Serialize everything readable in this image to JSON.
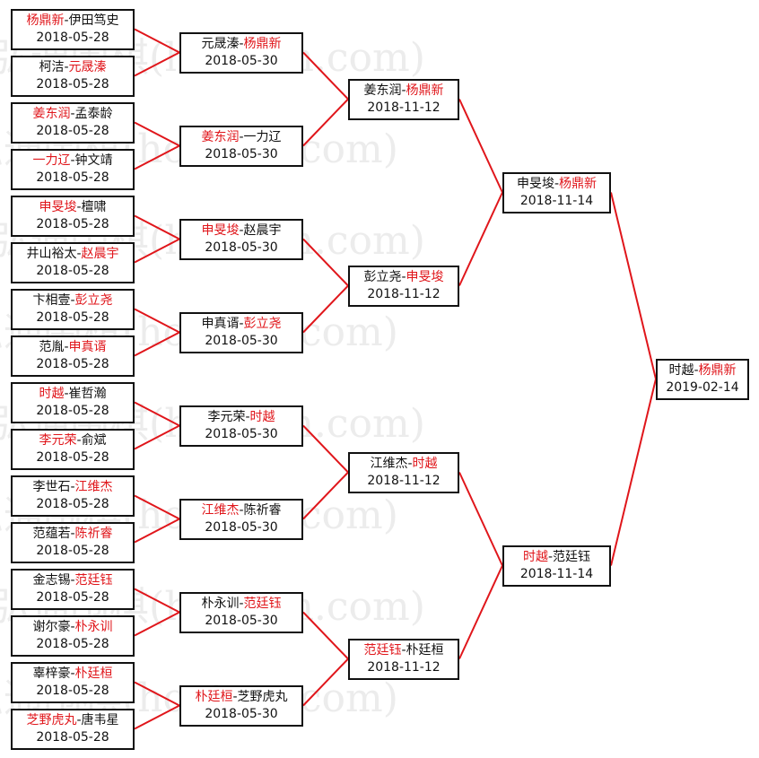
{
  "watermark": "弘通围棋(hoetom.com)",
  "colors": {
    "winner": "#e0161b",
    "line": "#e0161b",
    "text": "#111111"
  },
  "rounds": [
    [
      {
        "a": "杨鼎新",
        "b": "伊田笃史",
        "winner": "a",
        "date": "2018-05-28"
      },
      {
        "a": "柯洁",
        "b": "元晟溱",
        "winner": "b",
        "date": "2018-05-28"
      },
      {
        "a": "姜东润",
        "b": "孟泰龄",
        "winner": "a",
        "date": "2018-05-28"
      },
      {
        "a": "一力辽",
        "b": "钟文靖",
        "winner": "a",
        "date": "2018-05-28"
      },
      {
        "a": "申旻埈",
        "b": "檀啸",
        "winner": "a",
        "date": "2018-05-28"
      },
      {
        "a": "井山裕太",
        "b": "赵晨宇",
        "winner": "b",
        "date": "2018-05-28"
      },
      {
        "a": "卞相壹",
        "b": "彭立尧",
        "winner": "b",
        "date": "2018-05-28"
      },
      {
        "a": "范胤",
        "b": "申真谞",
        "winner": "b",
        "date": "2018-05-28"
      },
      {
        "a": "时越",
        "b": "崔哲瀚",
        "winner": "a",
        "date": "2018-05-28"
      },
      {
        "a": "李元荣",
        "b": "俞斌",
        "winner": "a",
        "date": "2018-05-28"
      },
      {
        "a": "李世石",
        "b": "江维杰",
        "winner": "b",
        "date": "2018-05-28"
      },
      {
        "a": "范蕴若",
        "b": "陈祈睿",
        "winner": "b",
        "date": "2018-05-28"
      },
      {
        "a": "金志锡",
        "b": "范廷钰",
        "winner": "b",
        "date": "2018-05-28"
      },
      {
        "a": "谢尔豪",
        "b": "朴永训",
        "winner": "b",
        "date": "2018-05-28"
      },
      {
        "a": "辜梓豪",
        "b": "朴廷桓",
        "winner": "b",
        "date": "2018-05-28"
      },
      {
        "a": "芝野虎丸",
        "b": "唐韦星",
        "winner": "a",
        "date": "2018-05-28"
      }
    ],
    [
      {
        "a": "元晟溱",
        "b": "杨鼎新",
        "winner": "b",
        "date": "2018-05-30"
      },
      {
        "a": "姜东润",
        "b": "一力辽",
        "winner": "a",
        "date": "2018-05-30"
      },
      {
        "a": "申旻埈",
        "b": "赵晨宇",
        "winner": "a",
        "date": "2018-05-30"
      },
      {
        "a": "申真谞",
        "b": "彭立尧",
        "winner": "b",
        "date": "2018-05-30"
      },
      {
        "a": "李元荣",
        "b": "时越",
        "winner": "b",
        "date": "2018-05-30"
      },
      {
        "a": "江维杰",
        "b": "陈祈睿",
        "winner": "a",
        "date": "2018-05-30"
      },
      {
        "a": "朴永训",
        "b": "范廷钰",
        "winner": "b",
        "date": "2018-05-30"
      },
      {
        "a": "朴廷桓",
        "b": "芝野虎丸",
        "winner": "a",
        "date": "2018-05-30"
      }
    ],
    [
      {
        "a": "姜东润",
        "b": "杨鼎新",
        "winner": "b",
        "date": "2018-11-12"
      },
      {
        "a": "彭立尧",
        "b": "申旻埈",
        "winner": "b",
        "date": "2018-11-12"
      },
      {
        "a": "江维杰",
        "b": "时越",
        "winner": "b",
        "date": "2018-11-12"
      },
      {
        "a": "范廷钰",
        "b": "朴廷桓",
        "winner": "a",
        "date": "2018-11-12"
      }
    ],
    [
      {
        "a": "申旻埈",
        "b": "杨鼎新",
        "winner": "b",
        "date": "2018-11-14"
      },
      {
        "a": "时越",
        "b": "范廷钰",
        "winner": "a",
        "date": "2018-11-14"
      }
    ],
    [
      {
        "a": "时越",
        "b": "杨鼎新",
        "winner": "b",
        "date": "2019-02-14"
      }
    ]
  ]
}
